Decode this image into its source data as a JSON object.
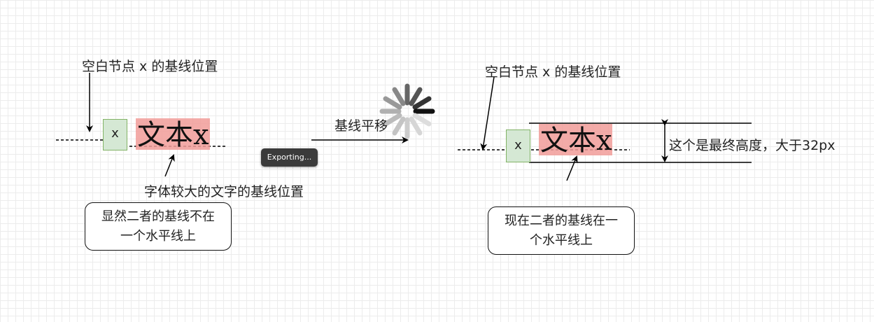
{
  "left": {
    "top_label": "空白节点 x 的基线位置",
    "node_x": "x",
    "big_text": "文本x",
    "bottom_label": "字体较大的文字的基线位置",
    "note_line1": "显然二者的基线不在",
    "note_line2": "一个水平线上"
  },
  "middle": {
    "shift_label": "基线平移",
    "toast": "Exporting..."
  },
  "right": {
    "top_label": "空白节点 x 的基线位置",
    "node_x": "x",
    "big_text": "文本x",
    "height_label": "这个是最终高度，大于32px",
    "note_line1": "现在二者的基线在一",
    "note_line2": "个水平线上"
  },
  "colors": {
    "green_fill": "#d5e8d4",
    "green_stroke": "#82b366",
    "pink_fill": "#f19c99"
  }
}
